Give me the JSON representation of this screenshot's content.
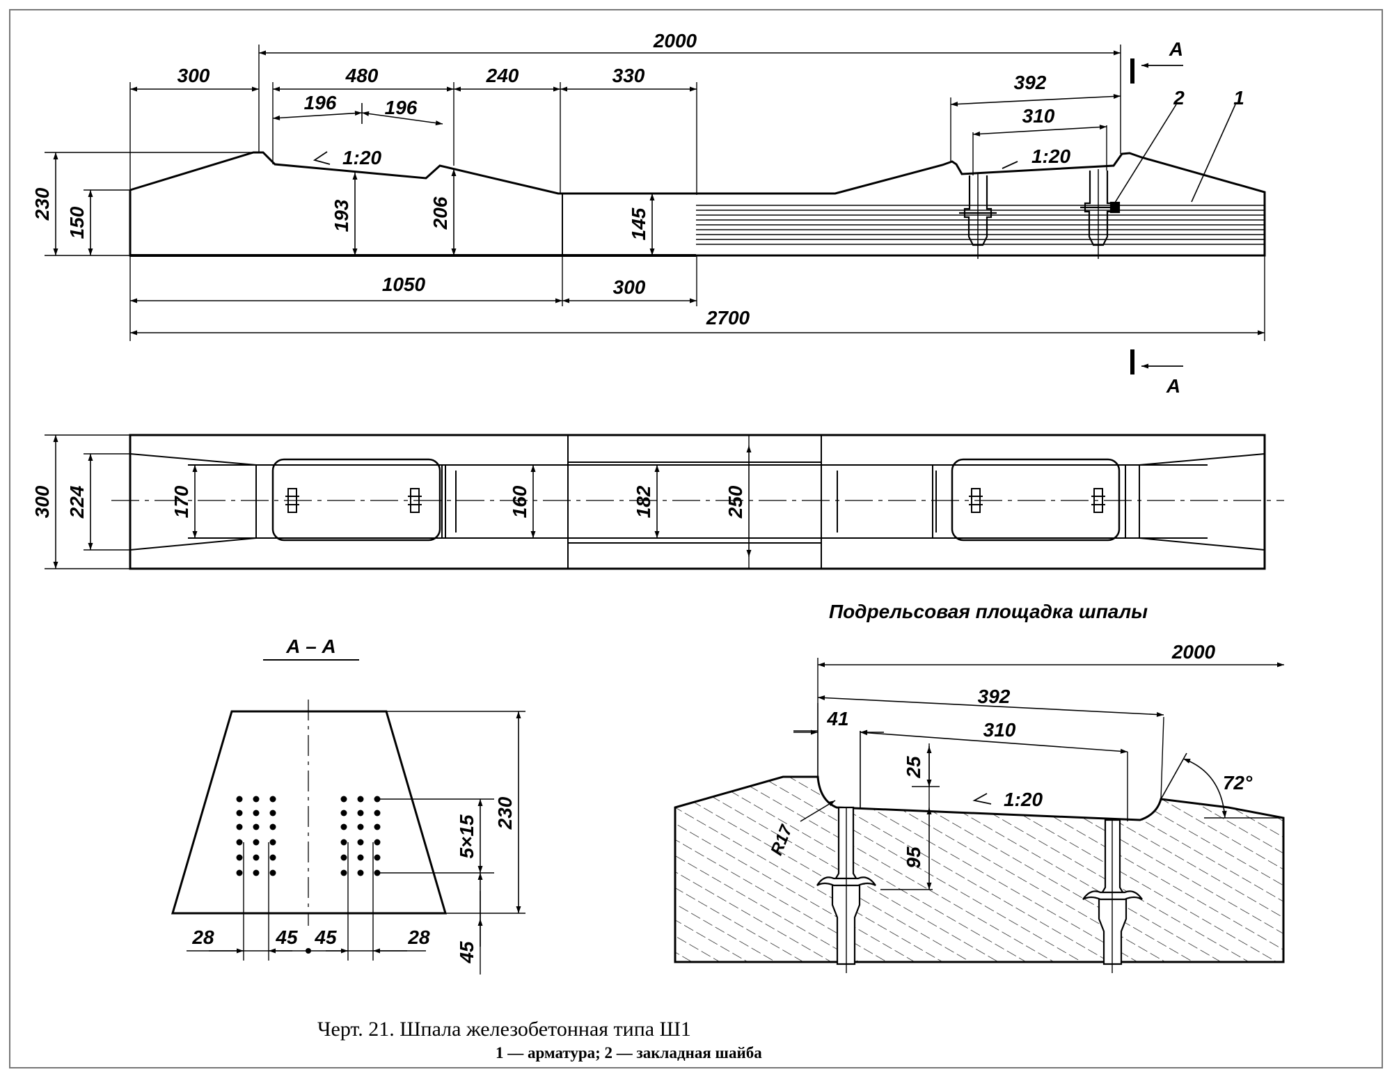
{
  "title": "Черт. 21. Шпала железобетонная типа Ш1",
  "legend": "1 — арматура; 2 — закладная шайба",
  "views": {
    "elevation": {
      "dims": {
        "d2000": "2000",
        "d300a": "300",
        "d480": "480",
        "d240": "240",
        "d330": "330",
        "d196a": "196",
        "d196b": "196",
        "slope_left": "1:20",
        "d392": "392",
        "d310": "310",
        "slope_right": "1:20",
        "d230": "230",
        "d150": "150",
        "d193": "193",
        "d206": "206",
        "d145": "145",
        "d1050": "1050",
        "d300b": "300",
        "d2700": "2700"
      },
      "callouts": {
        "c1": "1",
        "c2": "2"
      },
      "section_mark": "A"
    },
    "plan": {
      "dims": {
        "d300": "300",
        "d224": "224",
        "d170": "170",
        "d160": "160",
        "d182": "182",
        "d250": "250"
      }
    },
    "section": {
      "title": "А – А",
      "dims": {
        "d230": "230",
        "d5x15": "5×15",
        "d45v": "45",
        "d28l": "28",
        "d45a": "45",
        "d45b": "45",
        "d28r": "28"
      }
    },
    "seat": {
      "title": "Подрельсовая площадка шпалы",
      "dims": {
        "d2000": "2000",
        "d392": "392",
        "d41": "41",
        "d310": "310",
        "d25": "25",
        "d95": "95",
        "slope": "1:20",
        "radius": "R17",
        "angle": "72°"
      }
    }
  }
}
